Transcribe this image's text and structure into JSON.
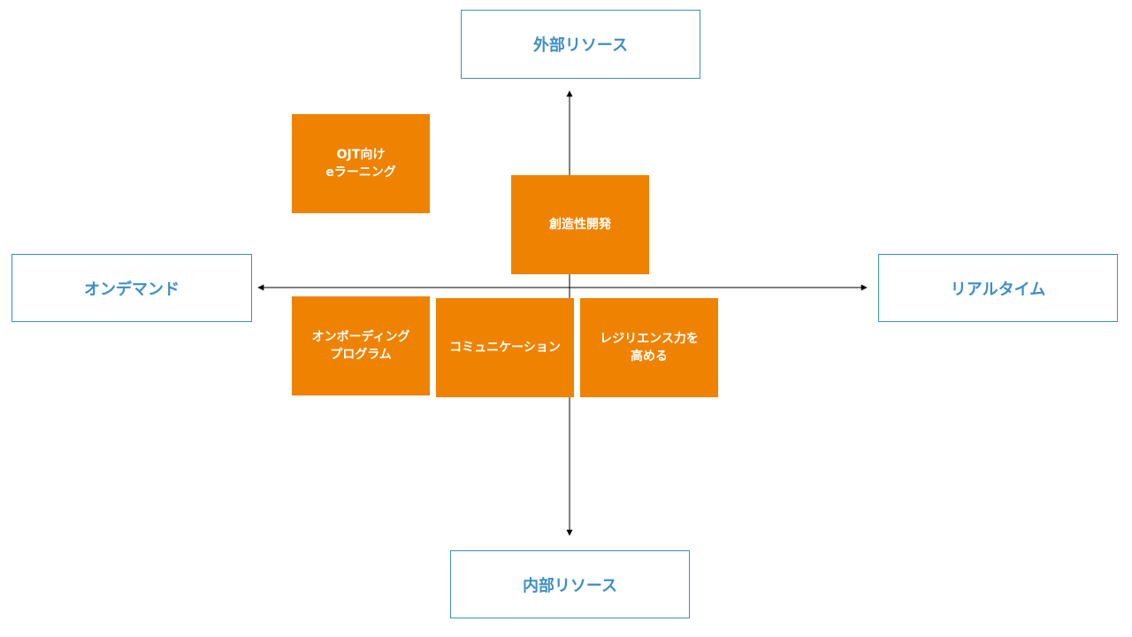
{
  "axes": {
    "top": "外部リソース",
    "bottom": "内部リソース",
    "left": "オンデマンド",
    "right": "リアルタイム"
  },
  "items": {
    "ojt": "OJT向け\neラーニング",
    "creativity": "創造性開発",
    "onboarding": "オンボーディング\nプログラム",
    "communication": "コミュニケーション",
    "resilience": "レジリエンス力を\n高める"
  },
  "colors": {
    "accent": "#3d8fc4",
    "box": "#ef8200",
    "axis": "#000000"
  }
}
